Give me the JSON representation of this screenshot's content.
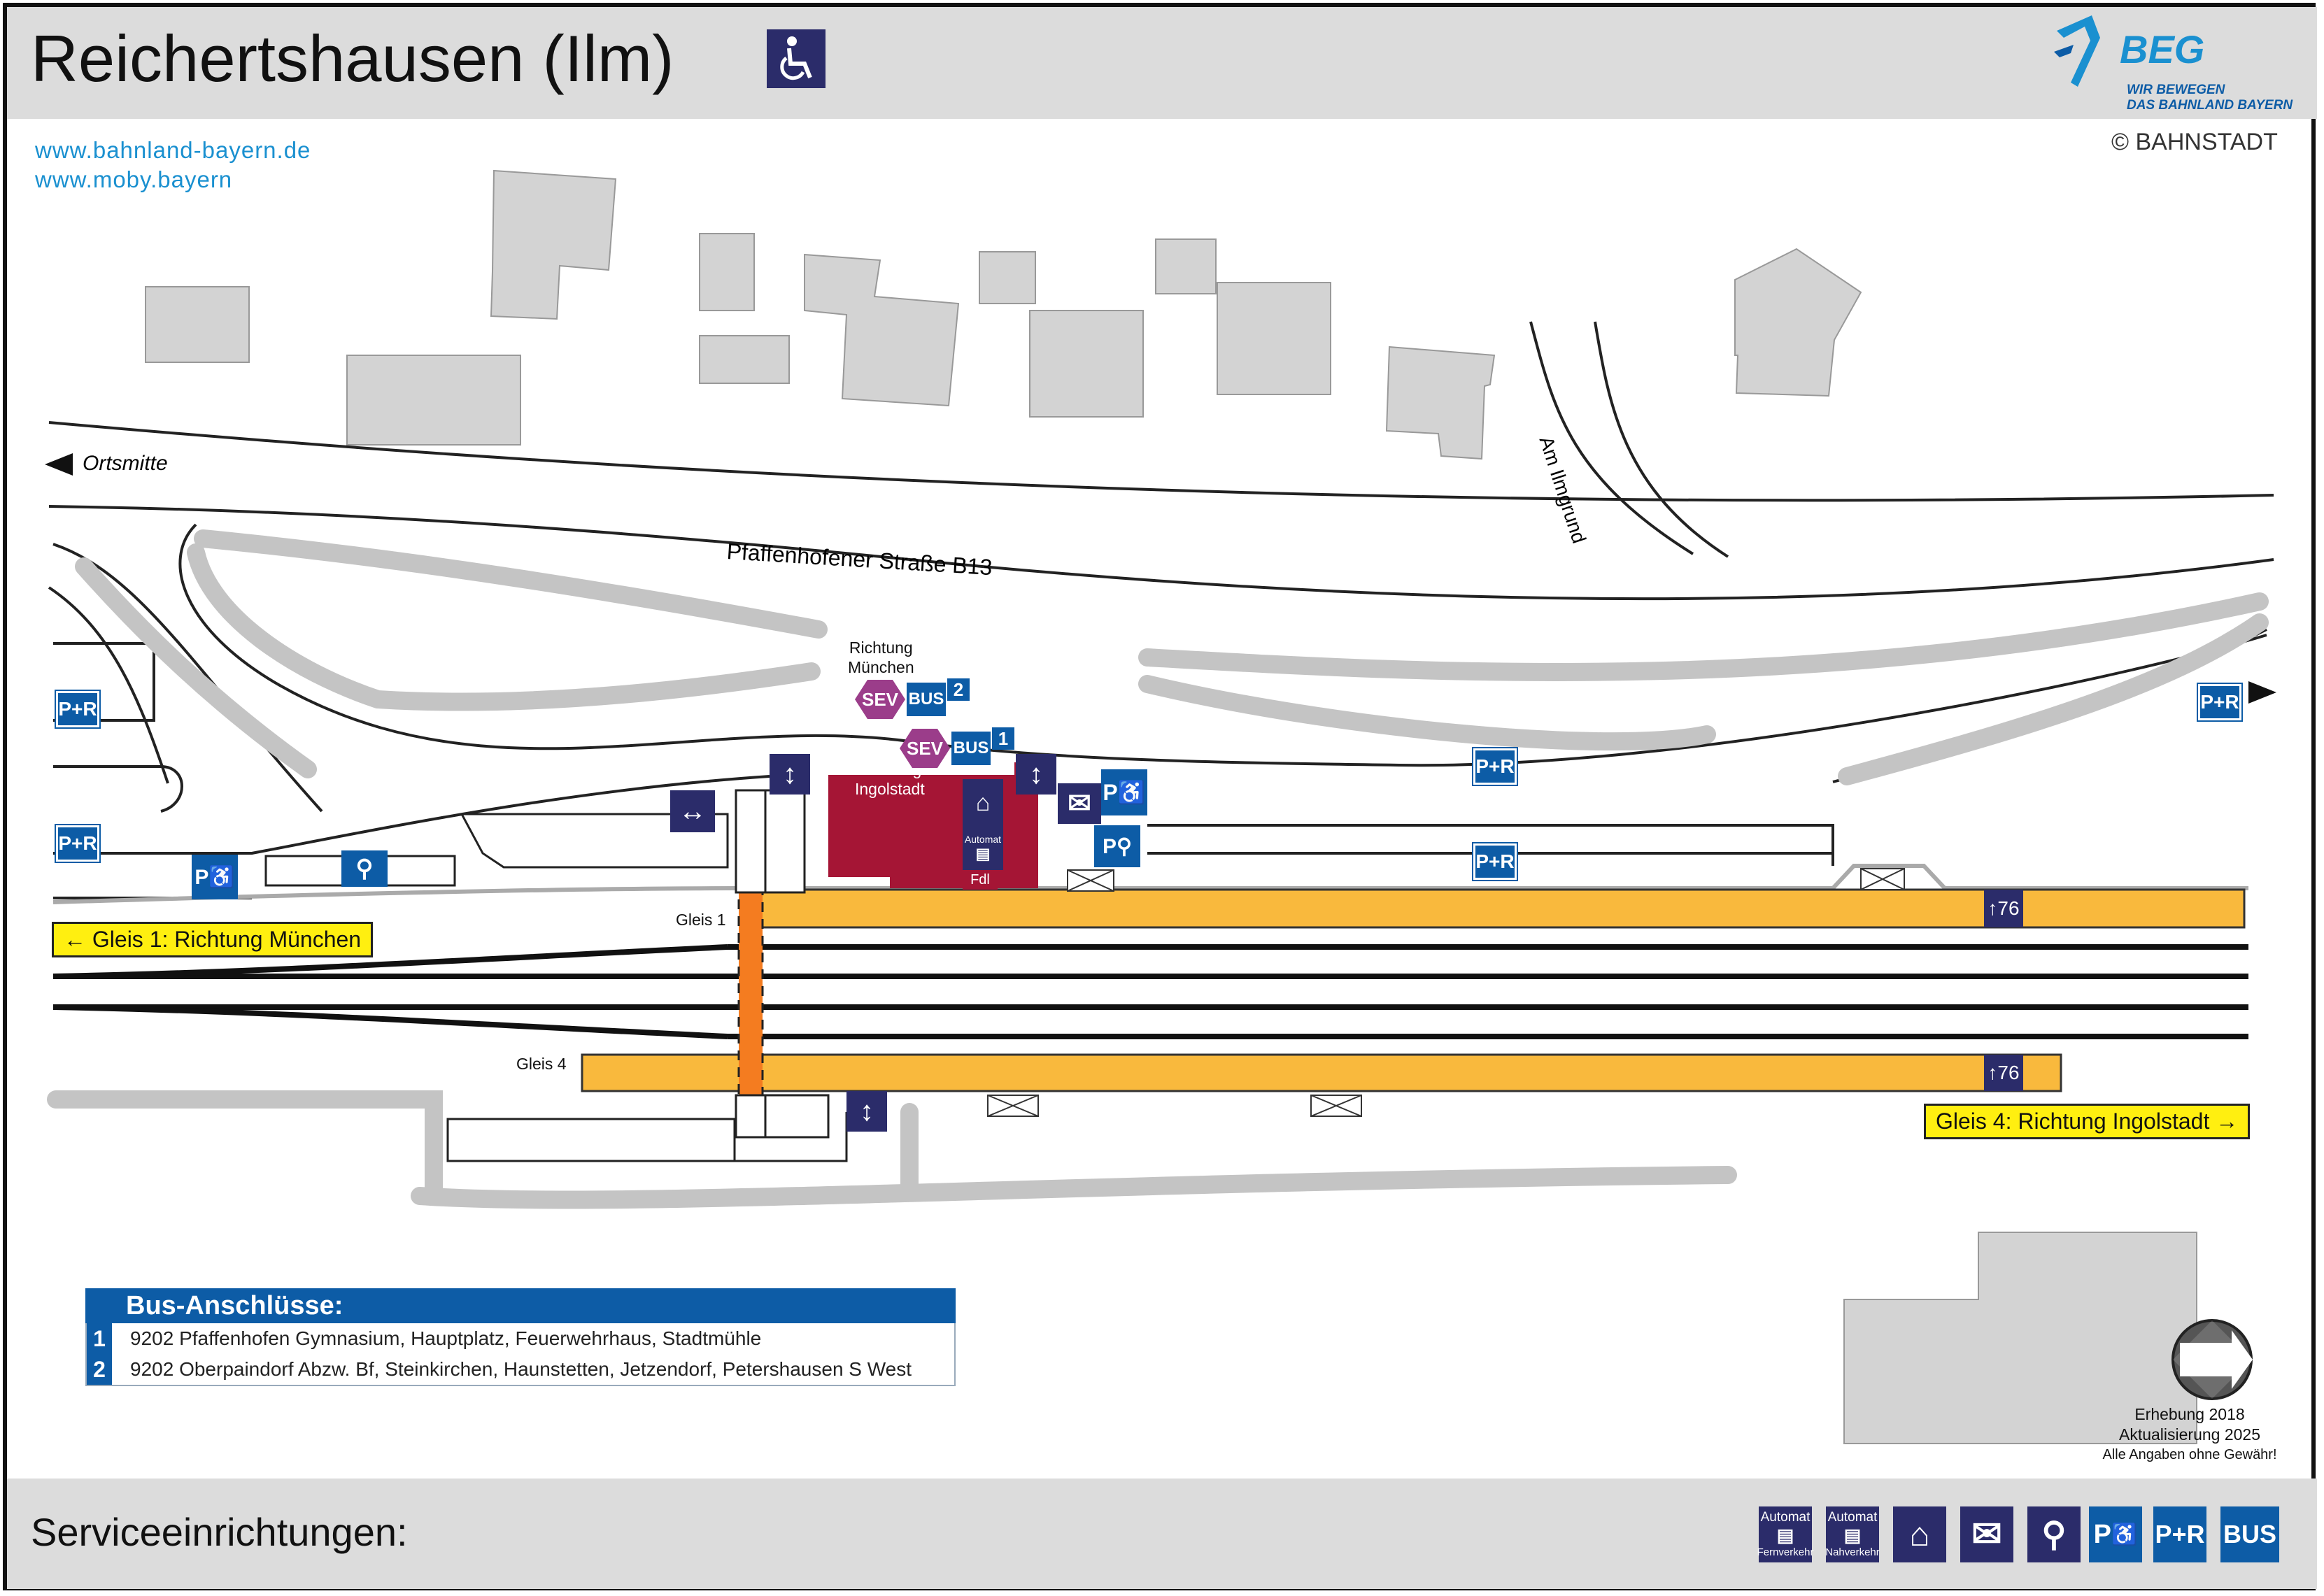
{
  "header": {
    "station_name": "Reichertshausen (Ilm)",
    "brand": "BEG",
    "brand_tagline_1": "WIR BEWEGEN",
    "brand_tagline_2": "DAS BAHNLAND BAYERN",
    "copyright": "© BAHNSTADT"
  },
  "links": [
    "www.bahnland-bayern.de",
    "www.moby.bayern"
  ],
  "map": {
    "road_main": "Pfaffenhofener Straße B13",
    "road_side": "Am Ilmgrund",
    "ortsmitte": "Ortsmitte",
    "richtung_muenchen": [
      "Richtung",
      "München"
    ],
    "richtung_ingolstadt": [
      "Richtung",
      "Ingolstadt"
    ],
    "gleis1_label": "Gleis 1",
    "gleis4_label": "Gleis 4",
    "gleis1_direction": "Gleis 1: Richtung München",
    "gleis4_direction": "Gleis 4: Richtung Ingolstadt",
    "platform_height_1": "76",
    "platform_height_4": "76",
    "sev": "SEV",
    "bus": "BUS",
    "bus_stop_1": "1",
    "bus_stop_2": "2",
    "pr": "P+R",
    "p": "P",
    "automat": "Automat",
    "fdl": "Fdl"
  },
  "bus_connections": {
    "title": "Bus-Anschlüsse:",
    "rows": [
      {
        "num": "1",
        "text": "9202 Pfaffenhofen Gymnasium, Hauptplatz, Feuerwehrhaus, Stadtmühle"
      },
      {
        "num": "2",
        "text": "9202 Oberpaindorf Abzw. Bf, Steinkirchen, Haunstetten, Jetzendorf, Petershausen S West"
      }
    ]
  },
  "credits": {
    "line1": "Erhebung 2018",
    "line2": "Aktualisierung 2025",
    "line3": "Alle Angaben ohne Gewähr!"
  },
  "services": {
    "title": "Serviceeinrichtungen:",
    "icons": [
      {
        "name": "ticket-machine-long-distance-icon",
        "top": "Automat",
        "bottom": "Fernverkehr"
      },
      {
        "name": "ticket-machine-regional-icon",
        "top": "Automat",
        "bottom": "Nahverkehr"
      },
      {
        "name": "waiting-shelter-icon",
        "top": "",
        "bottom": ""
      },
      {
        "name": "mailbox-icon",
        "top": "",
        "bottom": ""
      },
      {
        "name": "bicycle-parking-icon",
        "top": "",
        "bottom": ""
      },
      {
        "name": "disabled-parking-icon",
        "top": "P",
        "bottom": ""
      },
      {
        "name": "park-and-ride-icon",
        "top": "P+R",
        "bottom": ""
      },
      {
        "name": "bus-icon",
        "top": "BUS",
        "bottom": ""
      }
    ]
  },
  "colors": {
    "platform": "#f9b93d",
    "station_building": "#a51535",
    "sign_blue": "#0d5ca6",
    "sign_navy": "#2b2c6a",
    "sev_purple": "#9b3d8a",
    "label_yellow": "#ffef10",
    "bridge_orange": "#f47c20"
  }
}
